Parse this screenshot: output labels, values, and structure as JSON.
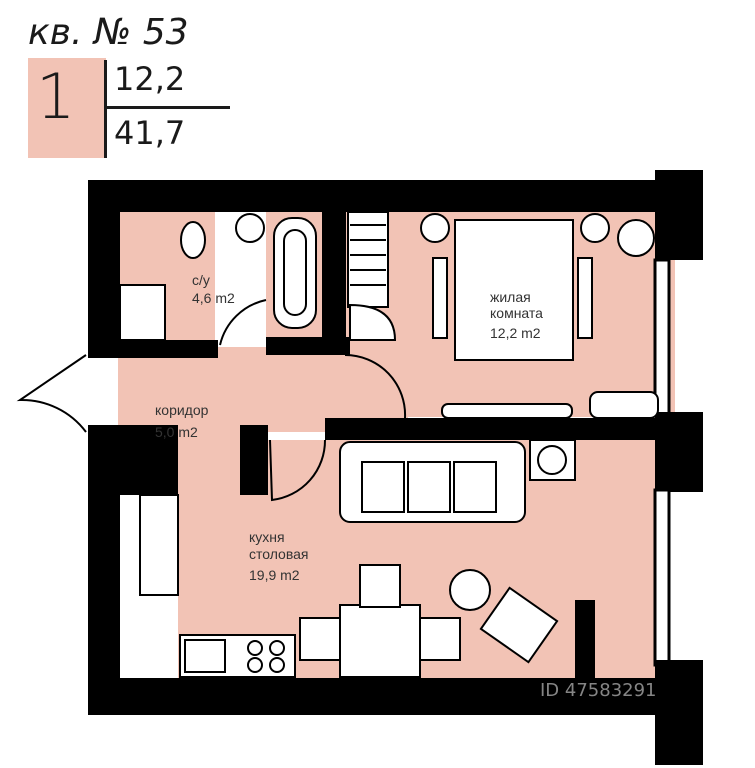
{
  "header": {
    "title": "кв. № 53",
    "rooms_count": "1",
    "living_area": "12,2",
    "total_area": "41,7"
  },
  "rooms": {
    "bathroom": {
      "name": "с/у",
      "area": "4,6 m2"
    },
    "living": {
      "name_line1": "жилая",
      "name_line2": "комната",
      "area": "12,2 m2"
    },
    "corridor": {
      "name": "коридор",
      "area": "5,0 m2"
    },
    "kitchen": {
      "name_line1": "кухня",
      "name_line2": "столовая",
      "area": "19,9 m2"
    }
  },
  "watermark": "ID 47583291",
  "colors": {
    "floor": "#f2c3b5",
    "wall": "#000000"
  }
}
